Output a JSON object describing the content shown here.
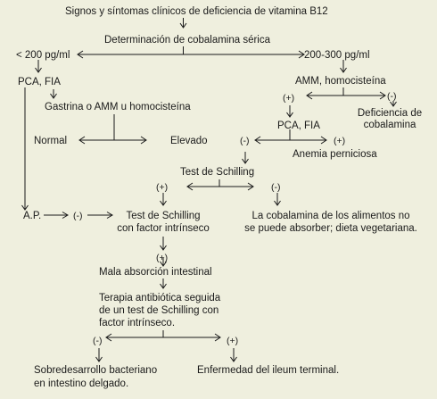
{
  "flowchart": {
    "start": "Signos y síntomas clínicos de deficiencia de vitamina B12",
    "serum_test": "Determinación de cobalamina sérica",
    "low_level": "< 200 pg/ml",
    "mid_level": "200-300  pg/ml",
    "pca_fia_left": "PCA, FIA",
    "gastrin_test": "Gastrina o AMM u homocisteína",
    "normal": "Normal",
    "elevated": "Elevado",
    "amm_homocysteine": "AMM, homocisteína",
    "pos_amm": "(+)",
    "neg_amm": "(-)",
    "deficiency_line1": "Deficiencia de",
    "deficiency_line2": "cobalamina",
    "pca_fia_right": "PCA, FIA",
    "neg_pca": "(-)",
    "pos_pca": "(+)",
    "pernicious_anemia": "Anemia perniciosa",
    "schilling_test": "Test de Schilling",
    "pos_schilling": "(+)",
    "neg_schilling": "(-)",
    "ap": "A.P.",
    "neg_ap": "(-)",
    "schilling_if_line1": "Test de Schilling",
    "schilling_if_line2": "con factor intrínseco",
    "food_cobalamin_line1": "La cobalamina de los alimentos no",
    "food_cobalamin_line2": "se puede absorber; dieta vegetariana.",
    "pos_if": "(+)",
    "malabsorption": "Mala absorción intestinal",
    "antibiotic_line1": "Terapia antibiótica seguida",
    "antibiotic_line2": "de un test de Schilling con",
    "antibiotic_line3": "factor intrínseco.",
    "neg_antibiotic": "(-)",
    "pos_antibiotic": "(+)",
    "bacterial_line1": "Sobredesarrollo bacteriano",
    "bacterial_line2": "en intestino delgado.",
    "ileum": "Enfermedad del ileum terminal."
  }
}
